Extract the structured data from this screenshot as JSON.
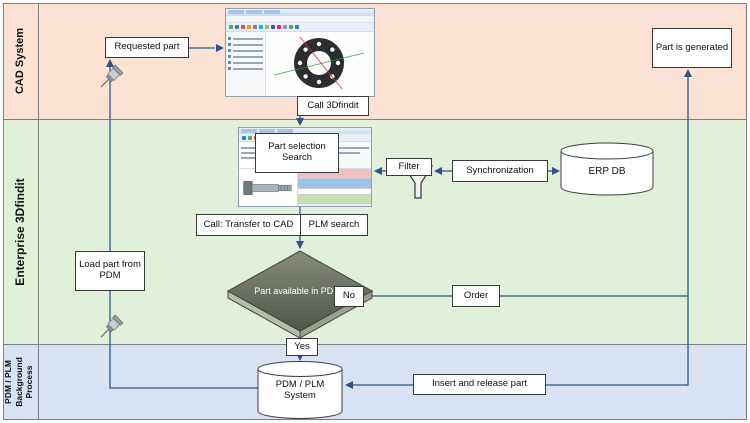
{
  "lanes": {
    "cad": {
      "label": "CAD System"
    },
    "efindit": {
      "label": "Enterprise 3Dfindit"
    },
    "pdm": {
      "label": "PDM / PLM Background Process"
    }
  },
  "nodes": {
    "requested_part": "Requested part",
    "call_3dfindit": "Call 3Dfindit",
    "part_is_generated": "Part is generated",
    "part_selection_search": "Part selection Search",
    "filter": "Filter",
    "synchronization": "Synchronization",
    "erp_db": "ERP DB",
    "call_transfer_to_cad": "Call: Transfer to CAD",
    "plm_search": "PLM search",
    "decision_part_available": "Part available in PDM?",
    "label_no": "No",
    "label_yes": "Yes",
    "order": "Order",
    "load_part_from_pdm": "Load part from PDM",
    "pdm_plm_system": "PDM / PLM System",
    "insert_and_release_part": "Insert and release part"
  },
  "colors": {
    "lane_cad": "#fbe2d5",
    "lane_efindit": "#e2efda",
    "lane_pdm": "#d9e2f3",
    "connector": "#2f528f",
    "decision_fill": "#5a5f52",
    "box_border": "#3a3a3a"
  },
  "icons": {
    "filter": "funnel-icon",
    "pin": "pushpin-icon",
    "erp_db": "database-cylinder-icon",
    "pdm_system": "database-cylinder-icon",
    "decision": "decision-diamond-3d"
  }
}
